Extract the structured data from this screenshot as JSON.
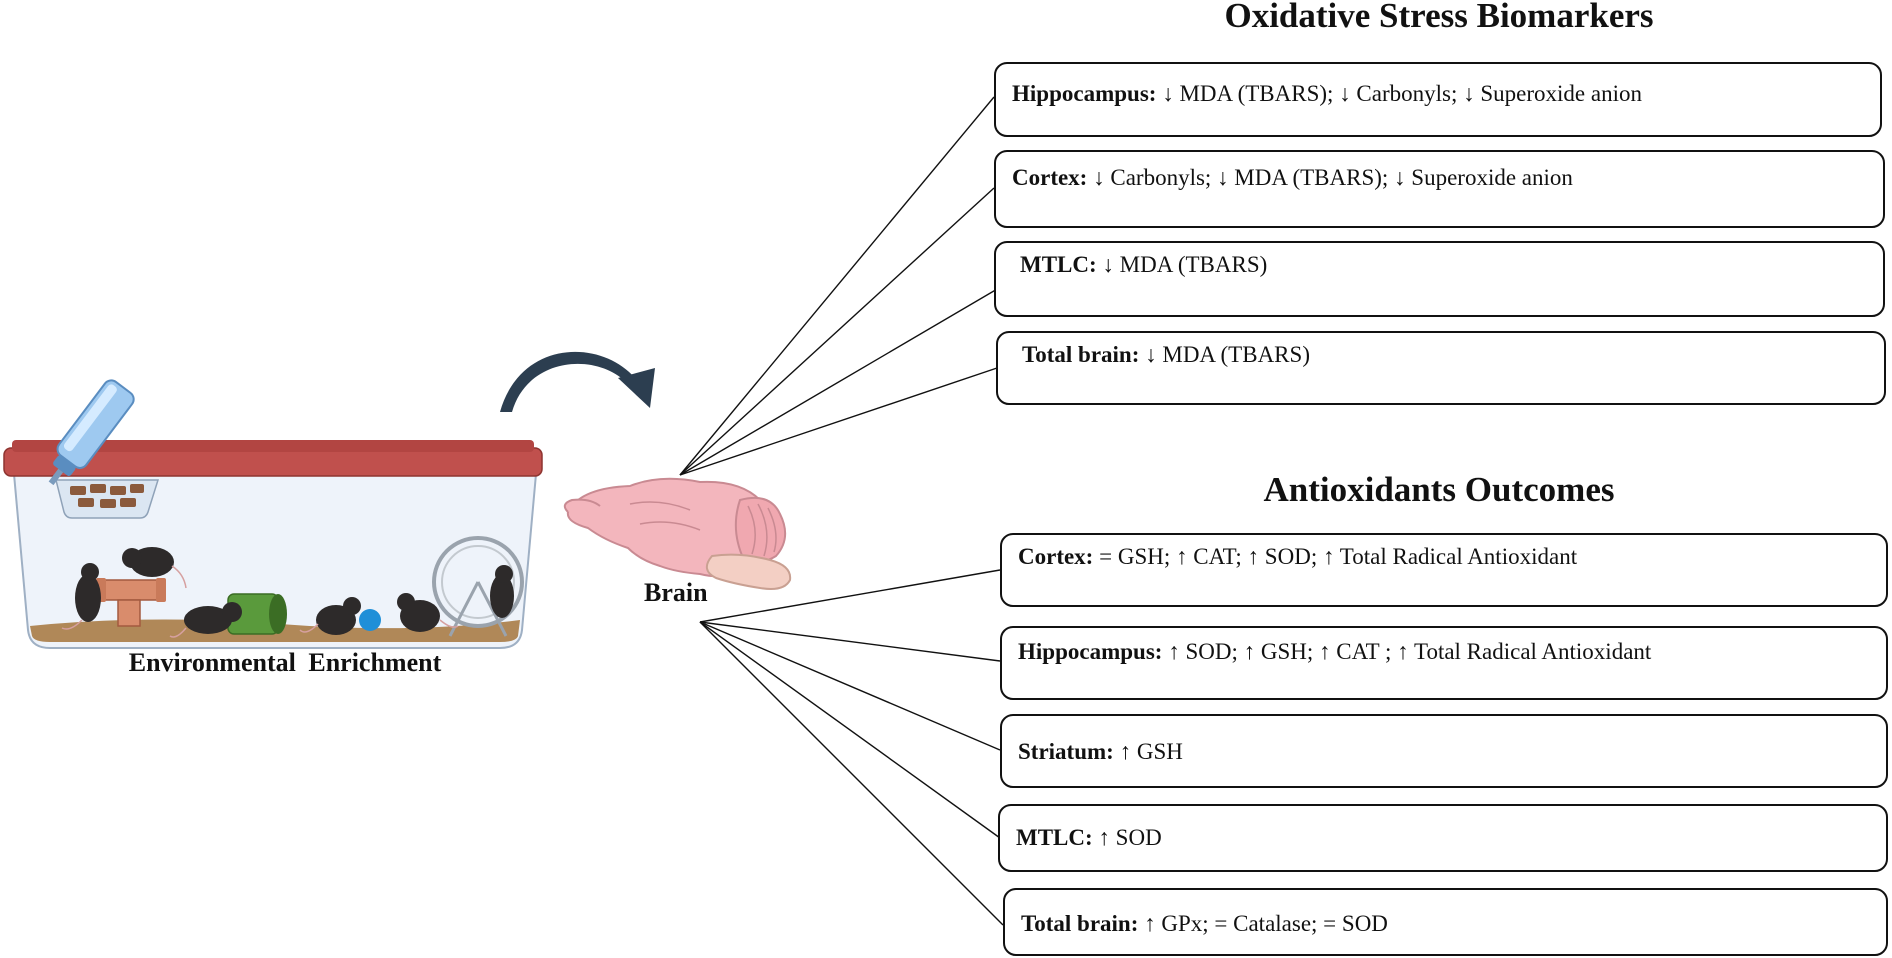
{
  "headings": {
    "oxidative": "Oxidative Stress Biomarkers",
    "antioxidants": "Antioxidants Outcomes"
  },
  "captions": {
    "environment": "Environmental  Enrichment",
    "brain": "Brain"
  },
  "oxidative_boxes": [
    {
      "region": "Hippocampus:",
      "text": " ↓ MDA (TBARS); ↓ Carbonyls; ↓ Superoxide anion"
    },
    {
      "region": "Cortex:",
      "text": " ↓ Carbonyls; ↓ MDA (TBARS); ↓ Superoxide anion"
    },
    {
      "region": "MTLC:",
      "text": " ↓ MDA (TBARS)"
    },
    {
      "region": "Total brain:",
      "text": " ↓ MDA (TBARS)"
    }
  ],
  "antioxidant_boxes": [
    {
      "region": "Cortex:",
      "text": " = GSH; ↑ CAT; ↑ SOD; ↑ Total Radical Antioxidant"
    },
    {
      "region": "Hippocampus:",
      "text": " ↑ SOD; ↑ GSH; ↑ CAT ; ↑ Total Radical Antioxidant"
    },
    {
      "region": "Striatum:",
      "text": " ↑ GSH"
    },
    {
      "region": "MTLC:",
      "text": " ↑ SOD"
    },
    {
      "region": "Total brain:",
      "text": " ↑ GPx; = Catalase; = SOD"
    }
  ],
  "colors": {
    "cage_lid": "#c0504d",
    "cage_body": "#eef3fa",
    "bedding": "#b08858",
    "brain": "#f3b6bd",
    "arrow": "#2c3e50"
  },
  "icons": {
    "cage": "mouse-cage-icon",
    "brain": "brain-icon",
    "arrow": "curved-arrow-icon"
  }
}
